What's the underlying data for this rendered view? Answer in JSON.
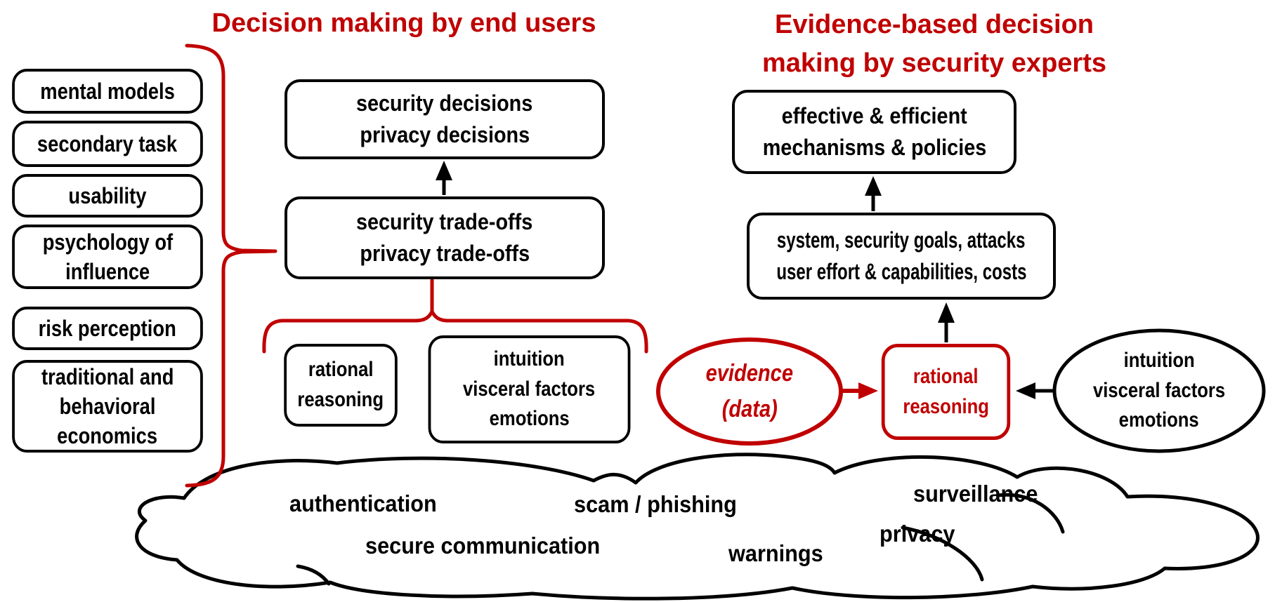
{
  "titles": {
    "left": "Decision making by end users",
    "right_line1": "Evidence-based decision",
    "right_line2": "making by security experts"
  },
  "left_factors": [
    {
      "lines": [
        "mental models"
      ]
    },
    {
      "lines": [
        "secondary task"
      ]
    },
    {
      "lines": [
        "usability"
      ]
    },
    {
      "lines": [
        "psychology of",
        "influence"
      ]
    },
    {
      "lines": [
        "risk perception"
      ]
    },
    {
      "lines": [
        "traditional and",
        "behavioral",
        "economics"
      ]
    }
  ],
  "end_user": {
    "decisions": {
      "lines": [
        "security decisions",
        "privacy decisions"
      ]
    },
    "tradeoffs": {
      "lines": [
        "security trade-offs",
        "privacy trade-offs"
      ]
    },
    "rational": {
      "lines": [
        "rational",
        "reasoning"
      ]
    },
    "intuition": {
      "lines": [
        "intuition",
        "visceral factors",
        "emotions"
      ]
    }
  },
  "experts": {
    "outcome": {
      "lines": [
        "effective & efficient",
        "mechanisms & policies"
      ]
    },
    "context": {
      "lines": [
        "system, security goals, attacks",
        "user effort & capabilities, costs"
      ]
    },
    "evidence": {
      "lines": [
        "evidence",
        "(data)"
      ]
    },
    "rational": {
      "lines": [
        "rational",
        "reasoning"
      ]
    },
    "intuition": {
      "lines": [
        "intuition",
        "visceral factors",
        "emotions"
      ]
    }
  },
  "cloud": {
    "topics": [
      "authentication",
      "scam / phishing",
      "surveillance",
      "secure communication",
      "warnings",
      "privacy"
    ]
  },
  "colors": {
    "accent_red": "#C00000",
    "line_black": "#000000",
    "background": "#FFFFFF"
  }
}
